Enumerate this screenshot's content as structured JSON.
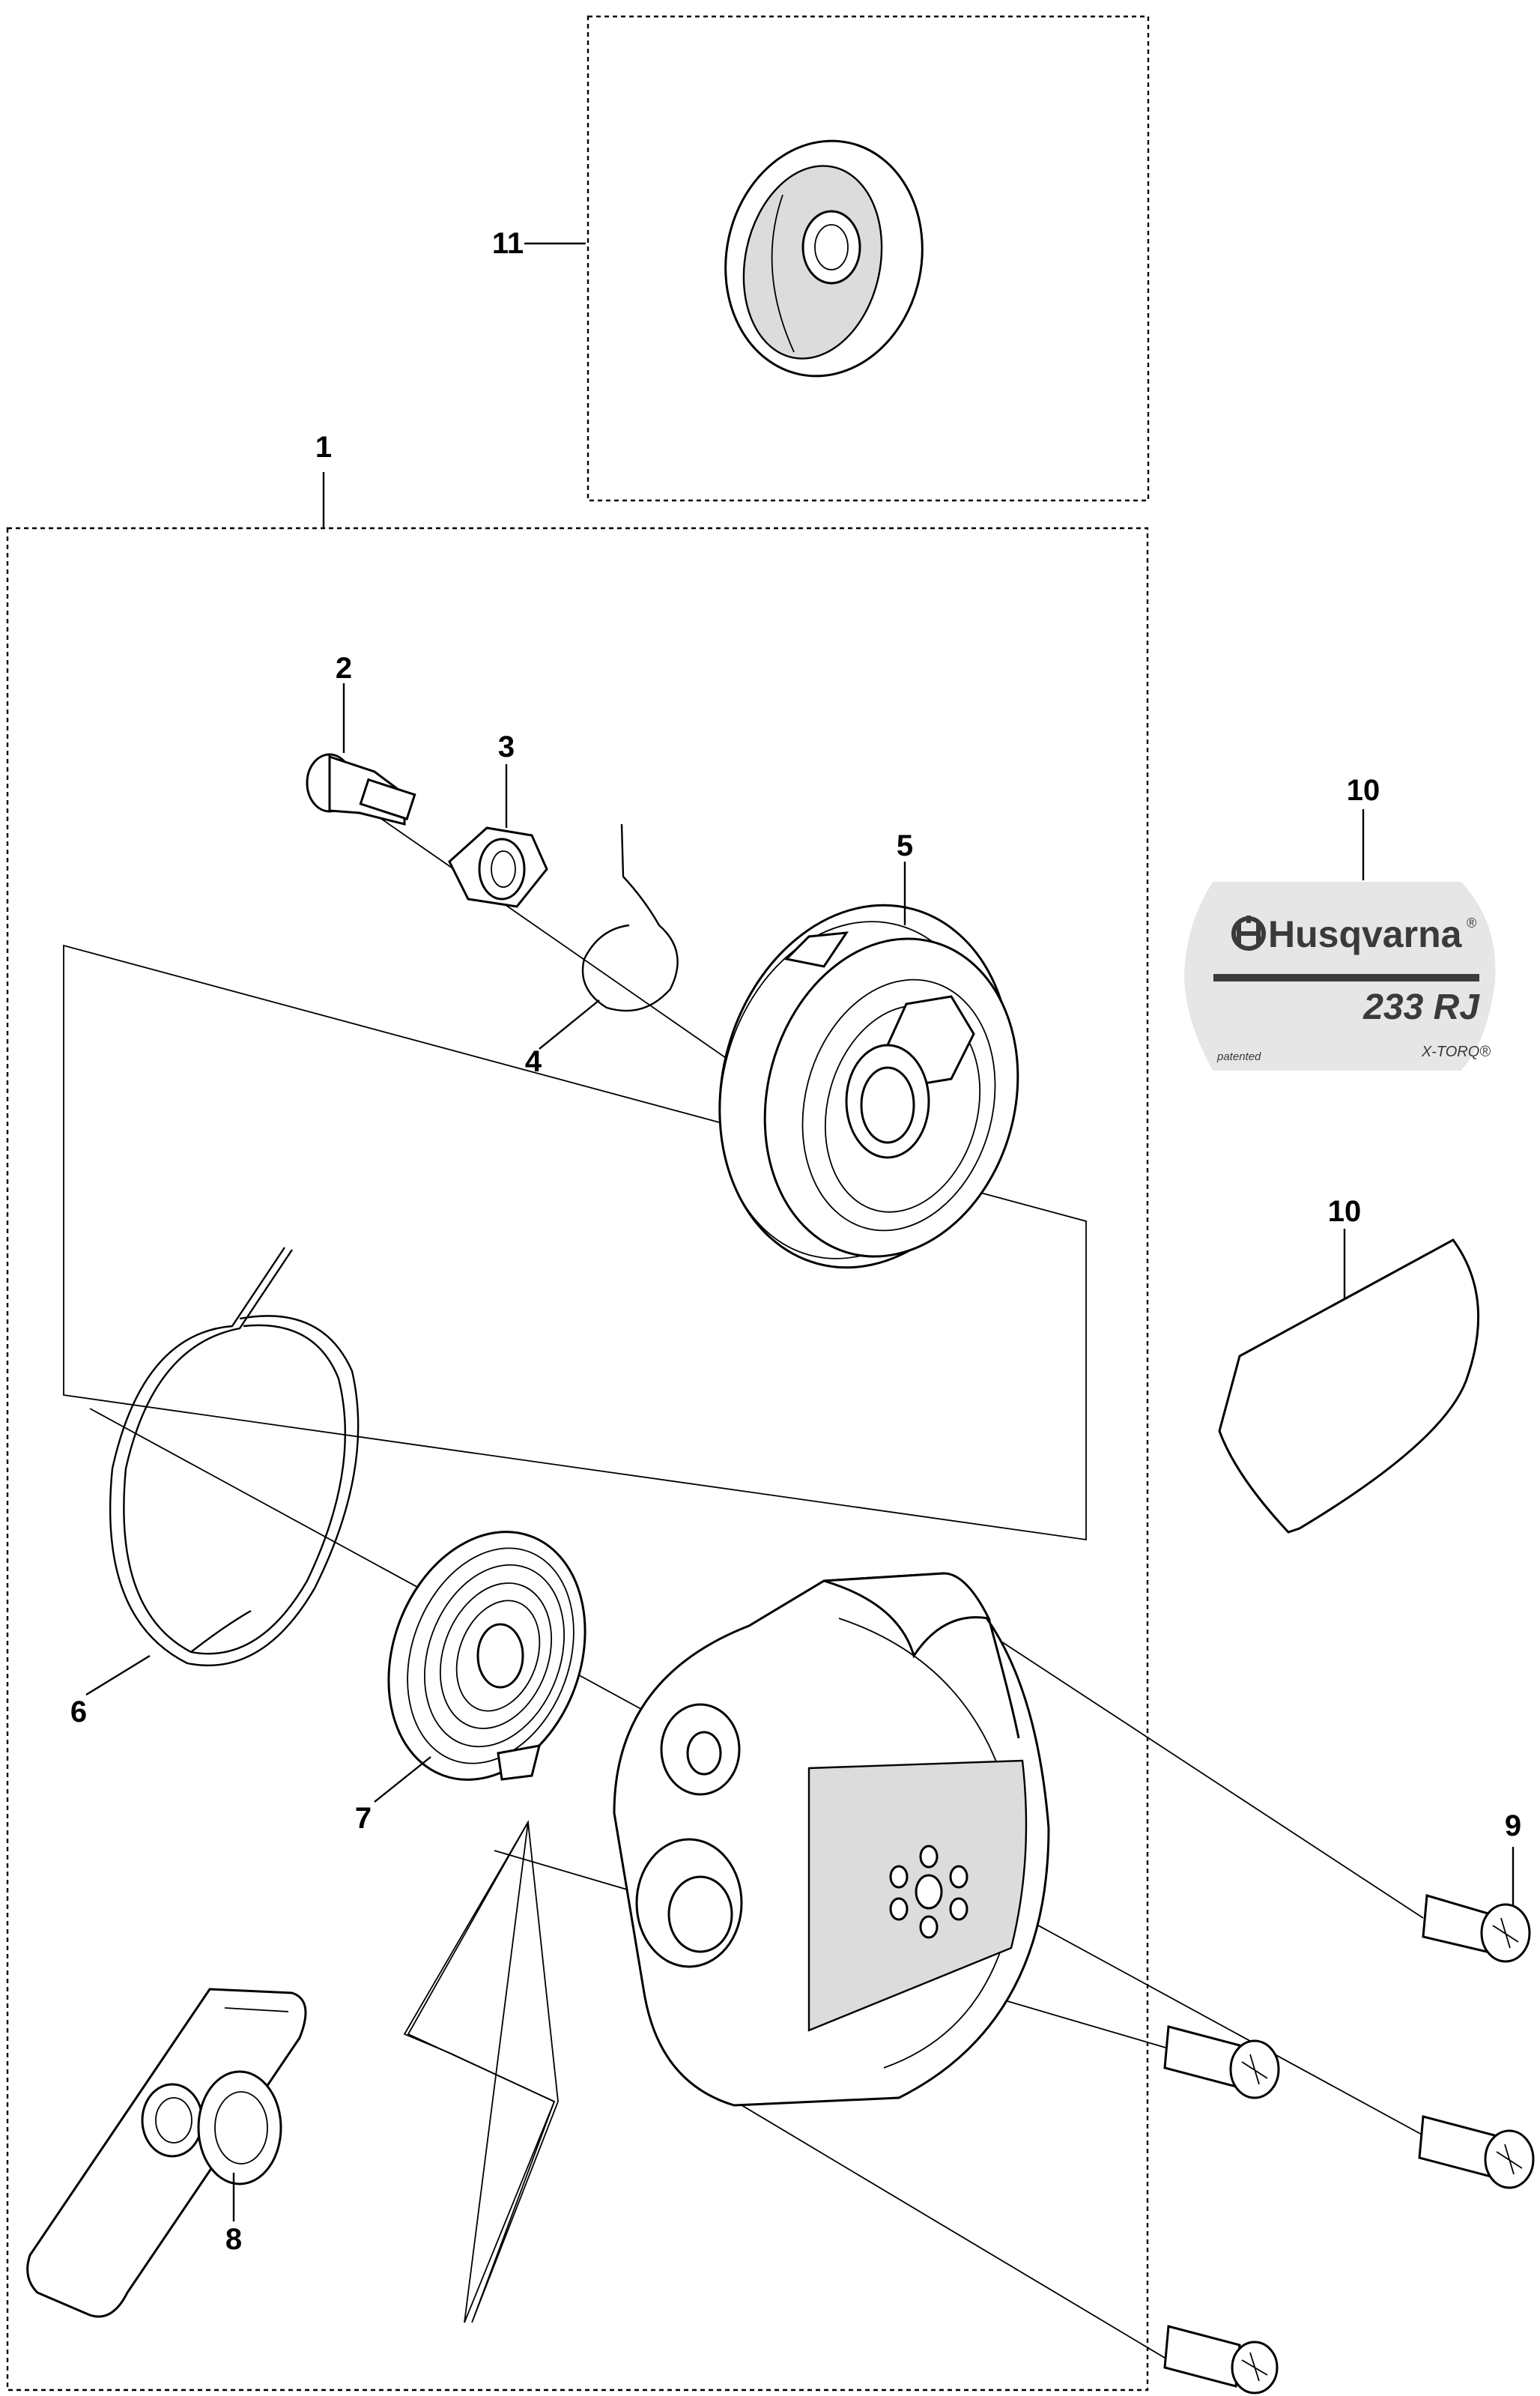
{
  "callouts": [
    {
      "id": "1",
      "text": "1"
    },
    {
      "id": "2",
      "text": "2"
    },
    {
      "id": "3",
      "text": "3"
    },
    {
      "id": "4",
      "text": "4"
    },
    {
      "id": "5",
      "text": "5"
    },
    {
      "id": "6",
      "text": "6"
    },
    {
      "id": "7",
      "text": "7"
    },
    {
      "id": "8",
      "text": "8"
    },
    {
      "id": "9",
      "text": "9"
    },
    {
      "id": "10a",
      "text": "10"
    },
    {
      "id": "10b",
      "text": "10"
    },
    {
      "id": "11",
      "text": "11"
    }
  ],
  "decal": {
    "brand": "Husqvarna",
    "registered": "®",
    "model": "233 RJ",
    "footnote": "patented",
    "engine": "X-TORQ®"
  },
  "colors": {
    "line": "#000000",
    "decal_background": "#e6e6e6",
    "decal_text": "#3a3a3a"
  }
}
